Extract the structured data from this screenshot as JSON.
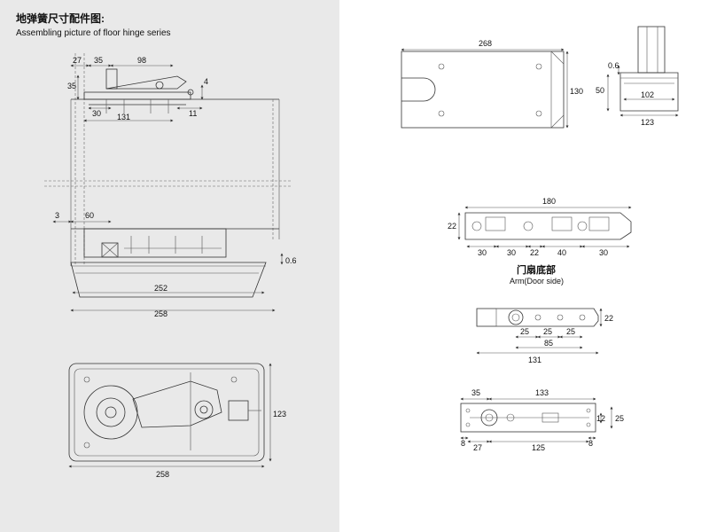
{
  "header": {
    "title_cn": "地弹簧尺寸配件图:",
    "title_en": "Assembling picture of floor hinge series"
  },
  "assembly_view": {
    "dims": {
      "d27": "27",
      "d35a": "35",
      "d98": "98",
      "d35b": "35",
      "d4": "4",
      "d30": "30",
      "d11": "11",
      "d131": "131",
      "d3": "3",
      "d60": "60",
      "d06": "0.6",
      "d252": "252",
      "d258": "258"
    }
  },
  "bottom_view": {
    "dims": {
      "d258": "258",
      "d123": "123"
    }
  },
  "cover_plate": {
    "dims": {
      "d268": "268",
      "d130": "130"
    }
  },
  "end_view": {
    "dims": {
      "d06": "0.6",
      "d50": "50",
      "d102": "102",
      "d123": "123"
    }
  },
  "top_arm": {
    "dims": {
      "d180": "180",
      "d22": "22",
      "d30a": "30",
      "d30b": "30",
      "d22b": "22",
      "d40": "40",
      "d30c": "30"
    }
  },
  "arm_door_side": {
    "label_cn": "门扇底部",
    "label_en": "Arm(Door side)",
    "dims": {
      "d22": "22",
      "d25a": "25",
      "d25b": "25",
      "d25c": "25",
      "d85": "85",
      "d131": "131"
    }
  },
  "bottom_arm": {
    "dims": {
      "d35": "35",
      "d133": "133",
      "d12": "12",
      "d25": "25",
      "d8a": "8",
      "d27": "27",
      "d125": "125",
      "d8b": "8"
    }
  },
  "colors": {
    "left_panel_bg": "#e9e9e9",
    "line": "#333333"
  }
}
